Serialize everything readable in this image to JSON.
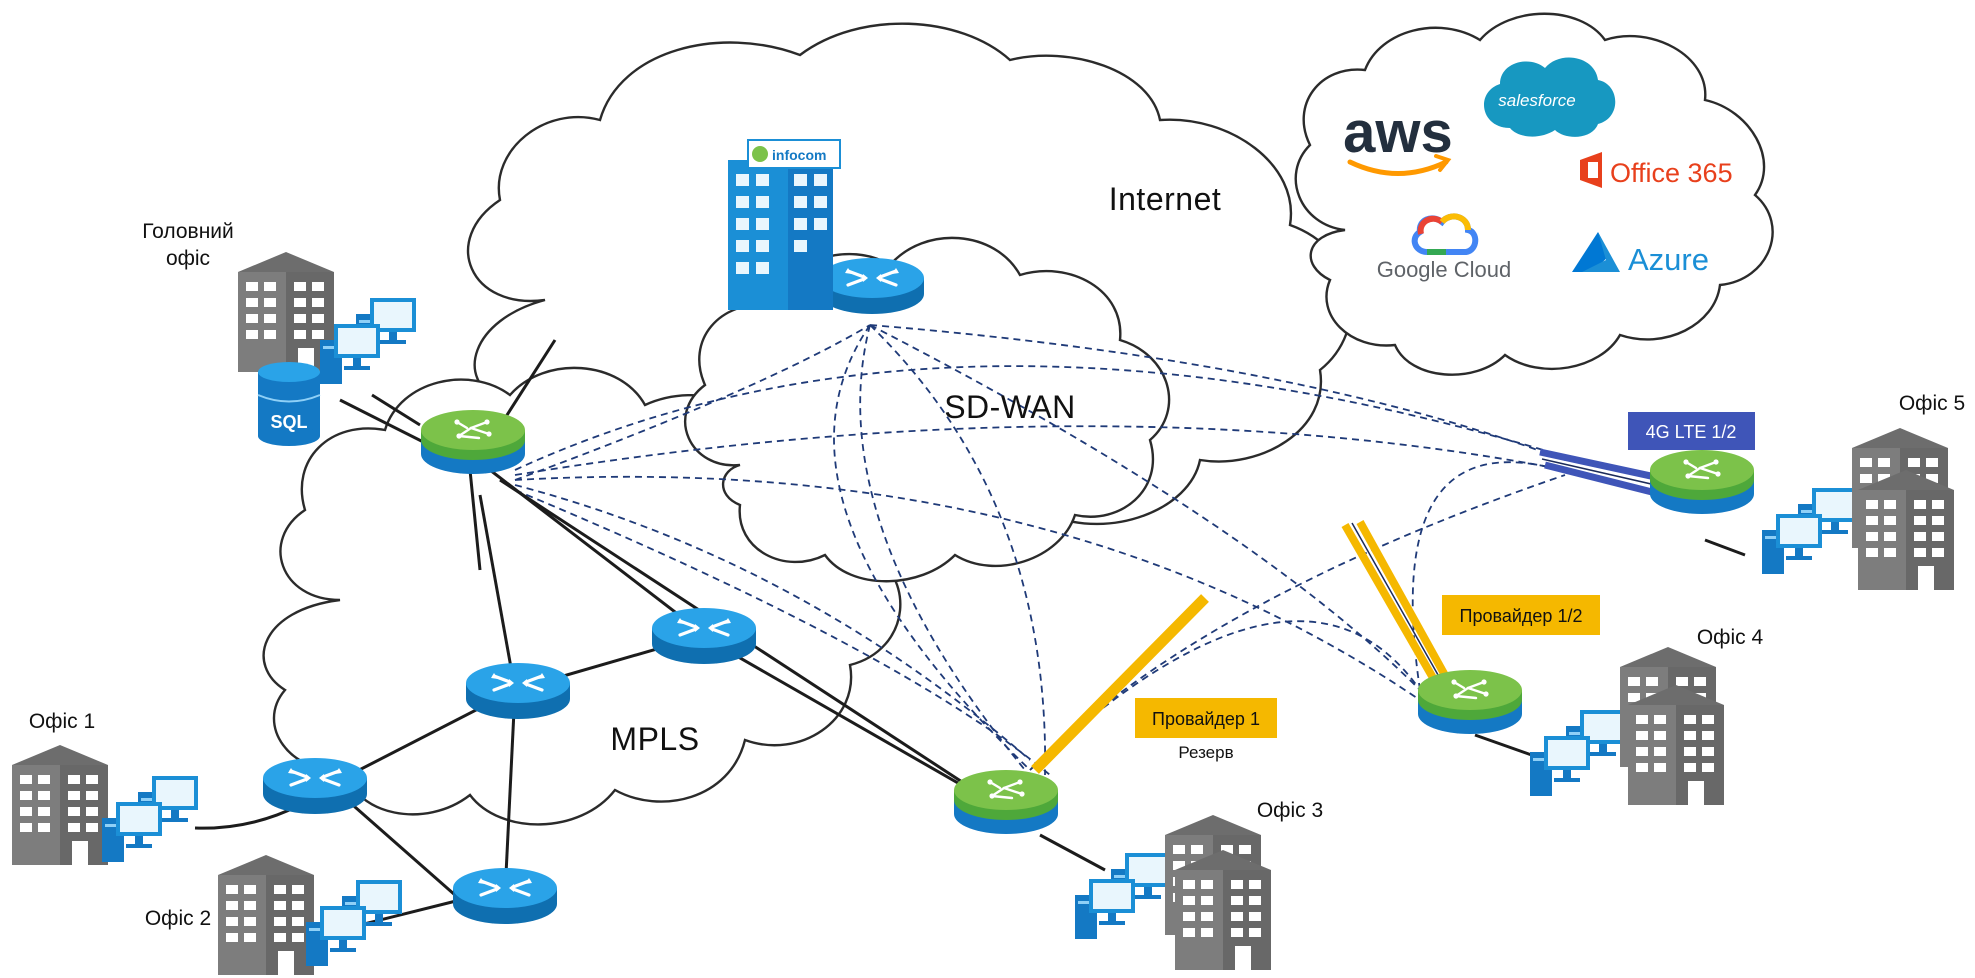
{
  "clouds": {
    "internet": "Internet",
    "sdwan": "SD-WAN",
    "mpls": "MPLS"
  },
  "sites": {
    "head_office_line1": "Головний",
    "head_office_line2": "офіс",
    "office1": "Офіс 1",
    "office2": "Офіс 2",
    "office3": "Офіс 3",
    "office4": "Офіс 4",
    "office5": "Офіс 5"
  },
  "badges": {
    "provider1": "Провайдер 1",
    "reserve": "Резерв",
    "provider12": "Провайдер 1/2",
    "lte": "4G LTE 1/2"
  },
  "cloud_services": {
    "aws": "aws",
    "salesforce": "salesforce",
    "office365": "Office 365",
    "google_cloud": "Google Cloud",
    "azure": "Azure"
  },
  "labels": {
    "sql": "SQL",
    "infocom": "infocom"
  },
  "colors": {
    "router_blue": "#1b8fd6",
    "sdwan_green": "#6db33f",
    "provider_yellow": "#f5b800",
    "lte_blue": "#3f55b8",
    "building_gray": "#7a7a7a",
    "infocom_blue": "#1b8fd6"
  }
}
